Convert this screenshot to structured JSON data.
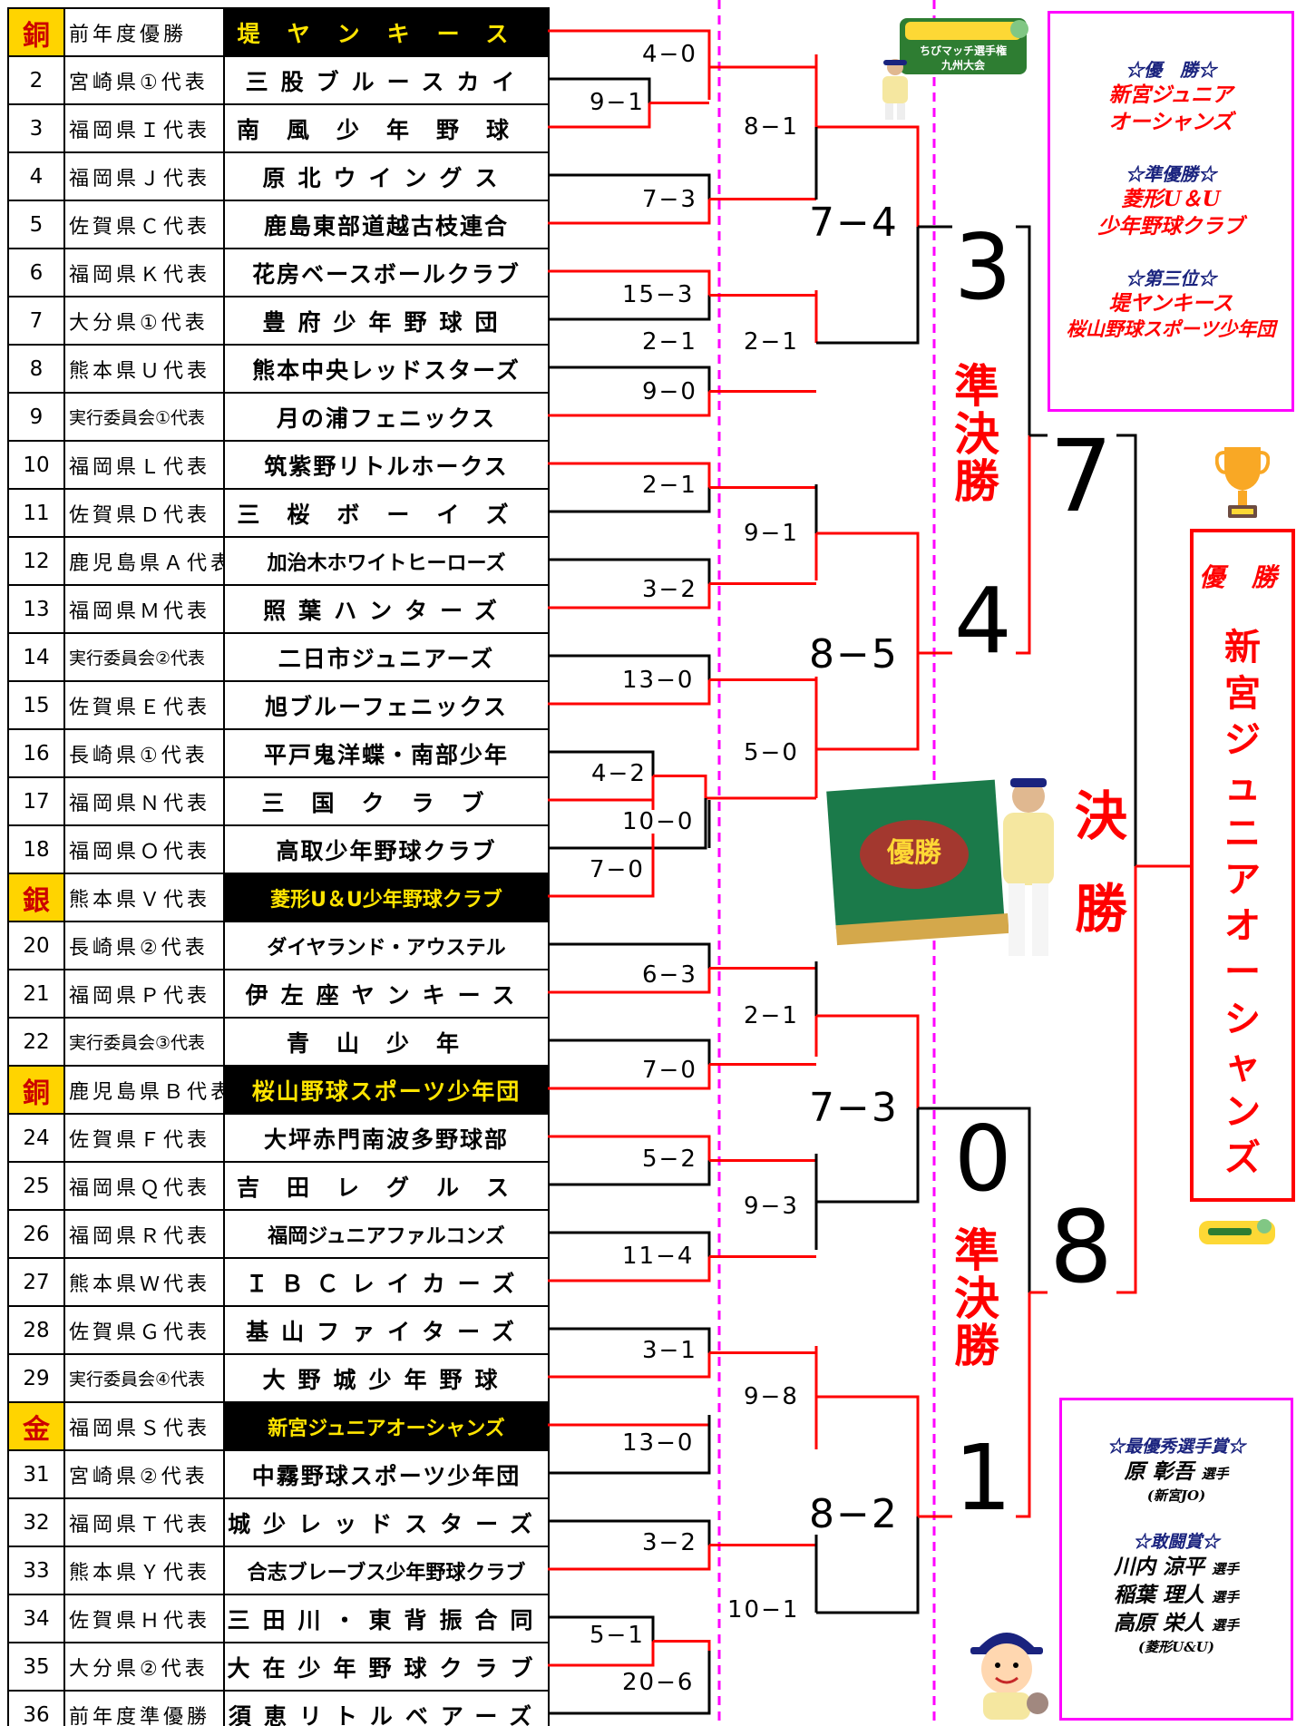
{
  "teams": [
    {
      "num": "銅",
      "pref": "前年度優勝",
      "name": "堤ヤンキース"
    },
    {
      "num": "2",
      "pref": "宮崎県①代表",
      "name": "三股ブルースカイ"
    },
    {
      "num": "3",
      "pref": "福岡県Ｉ代表",
      "name": "南風少年野球"
    },
    {
      "num": "4",
      "pref": "福岡県Ｊ代表",
      "name": "原北ウイングス"
    },
    {
      "num": "5",
      "pref": "佐賀県Ｃ代表",
      "name": "鹿島東部道越古枝連合"
    },
    {
      "num": "6",
      "pref": "福岡県Ｋ代表",
      "name": "花房ベースボールクラブ"
    },
    {
      "num": "7",
      "pref": "大分県①代表",
      "name": "豊府少年野球団"
    },
    {
      "num": "8",
      "pref": "熊本県Ｕ代表",
      "name": "熊本中央レッドスターズ"
    },
    {
      "num": "9",
      "pref": "実行委員会①代表",
      "name": "月の浦フェニックス"
    },
    {
      "num": "10",
      "pref": "福岡県Ｌ代表",
      "name": "筑紫野リトルホークス"
    },
    {
      "num": "11",
      "pref": "佐賀県Ｄ代表",
      "name": "三桜ボーイズ"
    },
    {
      "num": "12",
      "pref": "鹿児島県Ａ代表",
      "name": "加治木ホワイトヒーローズ"
    },
    {
      "num": "13",
      "pref": "福岡県Ｍ代表",
      "name": "照葉ハンターズ"
    },
    {
      "num": "14",
      "pref": "実行委員会②代表",
      "name": "二日市ジュニアーズ"
    },
    {
      "num": "15",
      "pref": "佐賀県Ｅ代表",
      "name": "旭ブルーフェニックス"
    },
    {
      "num": "16",
      "pref": "長崎県①代表",
      "name": "平戸鬼洋蝶・南部少年"
    },
    {
      "num": "17",
      "pref": "福岡県Ｎ代表",
      "name": "三国クラブ"
    },
    {
      "num": "18",
      "pref": "福岡県Ｏ代表",
      "name": "高取少年野球クラブ"
    },
    {
      "num": "銀",
      "pref": "熊本県Ｖ代表",
      "name": "菱形U＆U少年野球クラブ"
    },
    {
      "num": "20",
      "pref": "長崎県②代表",
      "name": "ダイヤランド・アウステル"
    },
    {
      "num": "21",
      "pref": "福岡県Ｐ代表",
      "name": "伊左座ヤンキース"
    },
    {
      "num": "22",
      "pref": "実行委員会③代表",
      "name": "青山少年"
    },
    {
      "num": "銅",
      "pref": "鹿児島県Ｂ代表",
      "name": "桜山野球スポーツ少年団"
    },
    {
      "num": "24",
      "pref": "佐賀県Ｆ代表",
      "name": "大坪赤門南波多野球部"
    },
    {
      "num": "25",
      "pref": "福岡県Ｑ代表",
      "name": "吉田レグルス"
    },
    {
      "num": "26",
      "pref": "福岡県Ｒ代表",
      "name": "福岡ジュニアファルコンズ"
    },
    {
      "num": "27",
      "pref": "熊本県Ｗ代表",
      "name": "ＩＢＣレイカーズ"
    },
    {
      "num": "28",
      "pref": "佐賀県Ｇ代表",
      "name": "基山ファイターズ"
    },
    {
      "num": "29",
      "pref": "実行委員会④代表",
      "name": "大野城少年野球"
    },
    {
      "num": "金",
      "pref": "福岡県Ｓ代表",
      "name": "新宮ジュニアオーシャンズ"
    },
    {
      "num": "31",
      "pref": "宮崎県②代表",
      "name": "中霧野球スポーツ少年団"
    },
    {
      "num": "32",
      "pref": "福岡県Ｔ代表",
      "name": "城少レッドスターズ"
    },
    {
      "num": "33",
      "pref": "熊本県Ｙ代表",
      "name": "合志ブレーブス少年野球クラブ"
    },
    {
      "num": "34",
      "pref": "佐賀県Ｈ代表",
      "name": "三田川・東背振合同"
    },
    {
      "num": "35",
      "pref": "大分県②代表",
      "name": "大在少年野球クラブ"
    },
    {
      "num": "36",
      "pref": "前年度準優勝",
      "name": "須恵リトルベアーズ"
    }
  ],
  "scores": {
    "r1_top": [
      "9−1",
      "4−2",
      "10−0",
      "7−0",
      "5−1",
      "20−6"
    ],
    "r2": [
      "4−0",
      "7−3",
      "15−3",
      "2−1",
      "9−0",
      "2−1",
      "3−2",
      "13−0",
      "6−3",
      "7−0",
      "5−2",
      "11−4",
      "3−1",
      "13−0",
      "3−2"
    ],
    "r3": [
      "8−1",
      "2−1",
      "9−1",
      "5−0",
      "2−1",
      "9−3",
      "9−8",
      "10−1"
    ],
    "r4": [
      "7−4",
      "8−5",
      "7−3",
      "8−2"
    ],
    "semi": [
      "3",
      "4",
      "0",
      "1"
    ],
    "final": [
      "7",
      "8"
    ]
  },
  "labels": {
    "semifinal": "準決勝",
    "final": "決勝",
    "champion_label": "優 勝",
    "champion_name": "新宮ジュニアオーシャンズ"
  },
  "awards": {
    "winner_title": "☆優　勝☆",
    "winner_1": "新宮ジュニア",
    "winner_2": "オーシャンズ",
    "runner_title": "☆準優勝☆",
    "runner_1": "菱形U＆U",
    "runner_2": "少年野球クラブ",
    "third_title": "☆第三位☆",
    "third_1": "堤ヤンキース",
    "third_2": "桜山野球スポーツ少年団"
  },
  "individual": {
    "mvp_title": "☆最優秀選手賞☆",
    "mvp_name": "原 彰吾",
    "mvp_suffix": "選手",
    "mvp_team": "(新宮JO)",
    "fight_title": "☆敢闘賞☆",
    "fight_1": "川内 涼平",
    "fight_2": "稲葉 理人",
    "fight_3": "高原 栄人",
    "fight_suffix": "選手",
    "fight_team": "(菱形U&U)"
  },
  "images": {
    "banner_line1": "ちびマッチ選手権",
    "banner_line2": "九州大会",
    "flag_text": "優勝"
  },
  "colors": {
    "winner_line": "#ff0000",
    "medal_bg": "#ffd400",
    "medal_text": "#cc0000",
    "highlight_team_text": "#ffe400",
    "award_border": "#ff00ff",
    "divider": "#ff00ff"
  }
}
